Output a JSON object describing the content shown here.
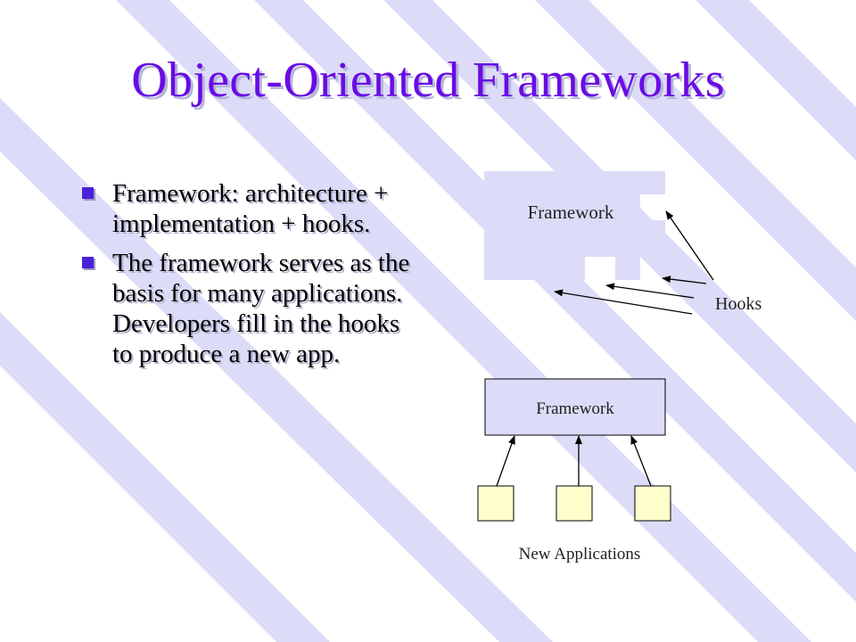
{
  "slide": {
    "title": "Object-Oriented Frameworks",
    "bullets": [
      "Framework: architecture + implementation + hooks.",
      "The framework serves as the basis for many applications.  Developers fill in the hooks to produce a new app."
    ]
  },
  "diagram_top": {
    "box_label": "Framework",
    "hooks_label": "Hooks"
  },
  "diagram_bottom": {
    "box_label": "Framework",
    "apps_label": "New Applications"
  },
  "colors": {
    "title": "#6a0be6",
    "stripe": "#dcdcf8",
    "bullet": "#4a20d8",
    "framework_fill": "#dcdcf8",
    "app_fill": "#ffffcc"
  }
}
